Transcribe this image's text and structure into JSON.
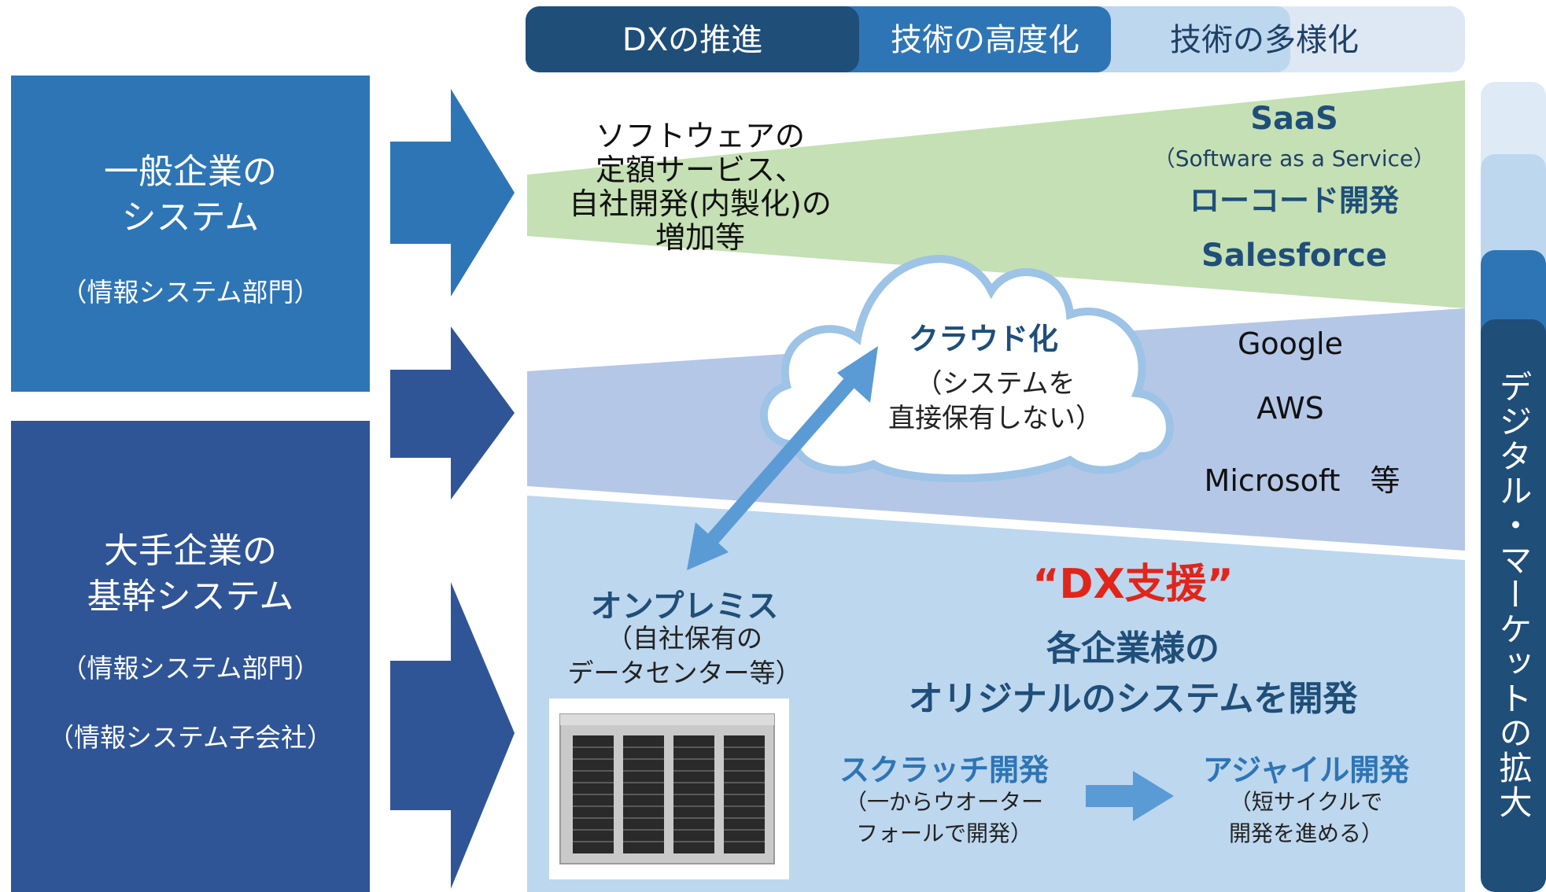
{
  "top_tabs": [
    "DXの推進",
    "技術の高度化",
    "技術の多様化"
  ],
  "left_boxes": [
    {
      "title_lines": [
        "一般企業の",
        "システム"
      ],
      "subs": [
        "（情報システム部門）"
      ]
    },
    {
      "title_lines": [
        "大手企業の",
        "基幹システム"
      ],
      "subs": [
        "（情報システム部門）",
        "（情報システム子会社）"
      ]
    }
  ],
  "saas_band": {
    "desc_lines": [
      "ソフトウェアの",
      "定額サービス、",
      "自社開発(内製化)の",
      "増加等"
    ],
    "saas_title": "SaaS",
    "saas_sub": "（Software as a Service）",
    "lowcode": "ローコード開発",
    "salesforce": "Salesforce"
  },
  "cloud": {
    "title": "クラウド化",
    "desc_lines": [
      "（システムを",
      "直接保有しない）"
    ]
  },
  "cloud_band": {
    "vendors": [
      "Google",
      "AWS",
      "Microsoft　等"
    ]
  },
  "onprem": {
    "title": "オンプレミス",
    "desc_lines": [
      "（自社保有の",
      "データセンター等）"
    ]
  },
  "dx": {
    "title": "“DX支援”",
    "line1": "各企業様の",
    "line2": "オリジナルのシステムを開発",
    "scratch_title": "スクラッチ開発",
    "scratch_desc": [
      "（一からウオーター",
      "フォールで開発）"
    ],
    "agile_title": "アジャイル開発",
    "agile_desc": [
      "（短サイクルで",
      "開発を進める）"
    ]
  },
  "side_label": "デジタル・マーケットの拡大",
  "colors": {
    "blue_box": "#2e75b6",
    "navy_box": "#2f5597",
    "green_band": "#c5e0b4",
    "cloud_band": "#b4c7e7",
    "dx_band": "#bdd7ee",
    "dark_tab": "#1f4e79",
    "red": "#e1251b"
  }
}
